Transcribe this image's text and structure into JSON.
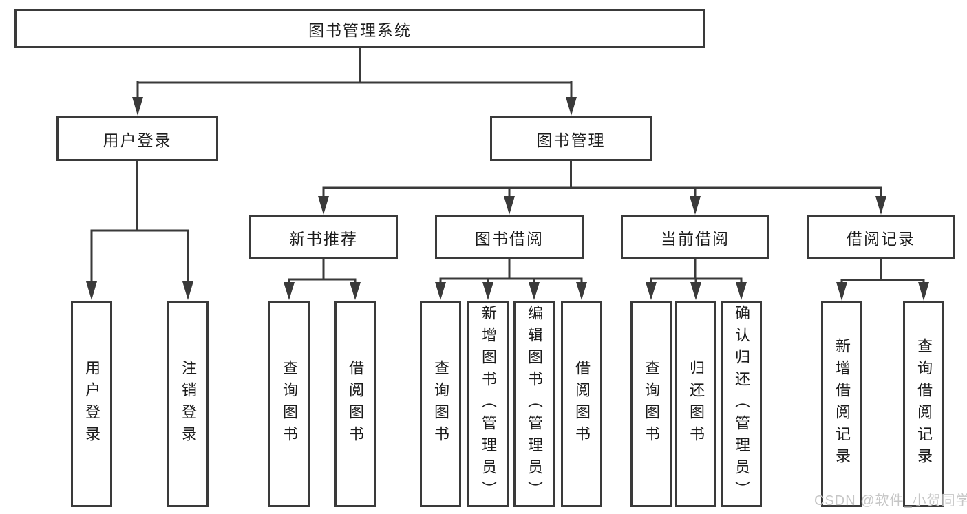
{
  "diagram": {
    "root": {
      "label": "图书管理系统",
      "children": [
        {
          "label": "用户登录",
          "children": [
            {
              "label": "用户登录"
            },
            {
              "label": "注销登录"
            }
          ]
        },
        {
          "label": "图书管理",
          "children": [
            {
              "label": "新书推荐",
              "children": [
                {
                  "label": "查询图书"
                },
                {
                  "label": "借阅图书"
                }
              ]
            },
            {
              "label": "图书借阅",
              "children": [
                {
                  "label": "查询图书"
                },
                {
                  "label": "新增图书（管理员）"
                },
                {
                  "label": "编辑图书（管理员）"
                },
                {
                  "label": "借阅图书"
                }
              ]
            },
            {
              "label": "当前借阅",
              "children": [
                {
                  "label": "查询图书"
                },
                {
                  "label": "归还图书"
                },
                {
                  "label": "确认归还（管理员）"
                }
              ]
            },
            {
              "label": "借阅记录",
              "children": [
                {
                  "label": "新增借阅记录"
                },
                {
                  "label": "查询借阅记录"
                }
              ]
            }
          ]
        }
      ]
    }
  },
  "watermark": "CSDN @软件_小贺同学",
  "colors": {
    "line": "#3a3a3a",
    "text": "#1c1c1c",
    "watermark_text": "#c6c6c6",
    "background": "#ffffff"
  }
}
